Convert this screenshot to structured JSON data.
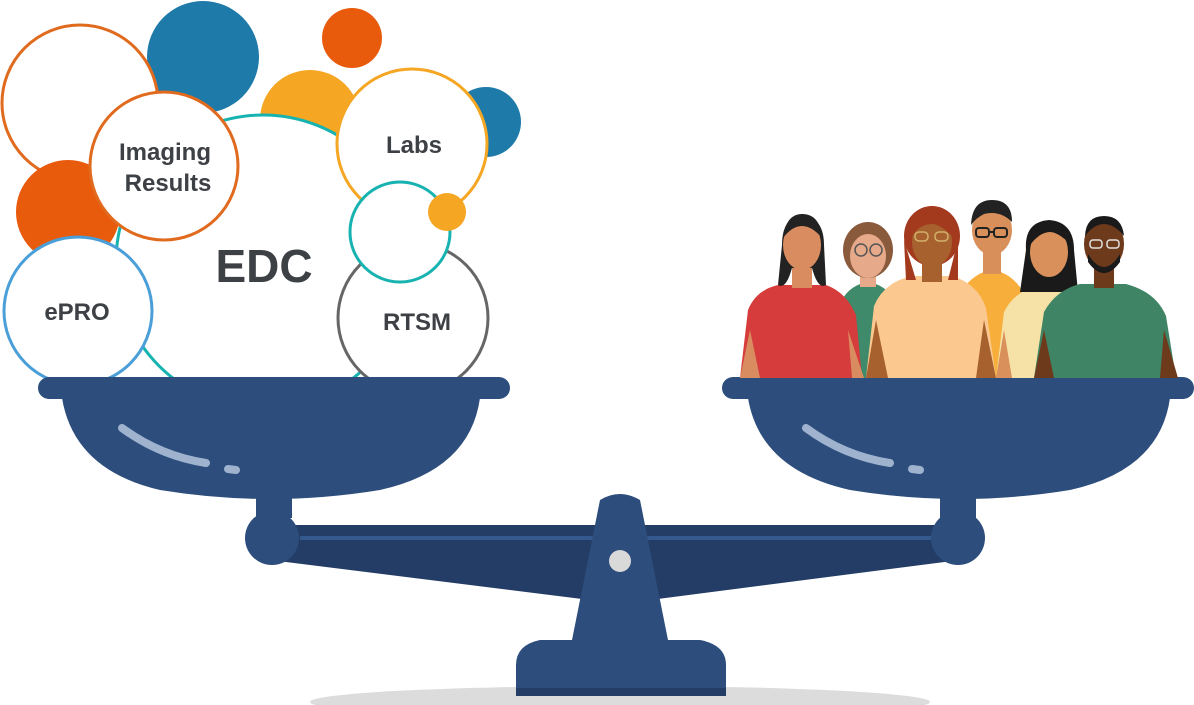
{
  "bubbles": {
    "edc": "EDC",
    "imaging_line1": "Imaging",
    "imaging_line2": "Results",
    "labs": "Labs",
    "rtsm": "RTSM",
    "epro": "ePRO"
  },
  "colors": {
    "scale": "#2d4d7c",
    "scale_dark": "#233d66",
    "orange": "#e85a0c",
    "blue": "#1e7aa8",
    "amber": "#f5a623",
    "teal": "#17b3b0",
    "light_blue": "#4a9fd8",
    "gray": "#666666"
  },
  "people": [
    {
      "name": "person-red-shirt",
      "shirt": "#d63c3c",
      "skin": "#d98c5f",
      "hair": "#222222"
    },
    {
      "name": "person-glasses-green",
      "shirt": "#3e8a6a",
      "skin": "#e6a98a",
      "hair": "#8a5a3c"
    },
    {
      "name": "person-peach-shirt",
      "shirt": "#fbc98f",
      "skin": "#a6612f",
      "hair": "#a33a1e"
    },
    {
      "name": "person-yellow-shirt",
      "shirt": "#f7ae3a",
      "skin": "#d98f5a",
      "hair": "#222222"
    },
    {
      "name": "person-cream-shirt",
      "shirt": "#f6e2a6",
      "skin": "#d9905a",
      "hair": "#1a1a1a"
    },
    {
      "name": "person-beard-green",
      "shirt": "#3f8464",
      "skin": "#6e3a1c",
      "hair": "#1a1a1a"
    }
  ]
}
